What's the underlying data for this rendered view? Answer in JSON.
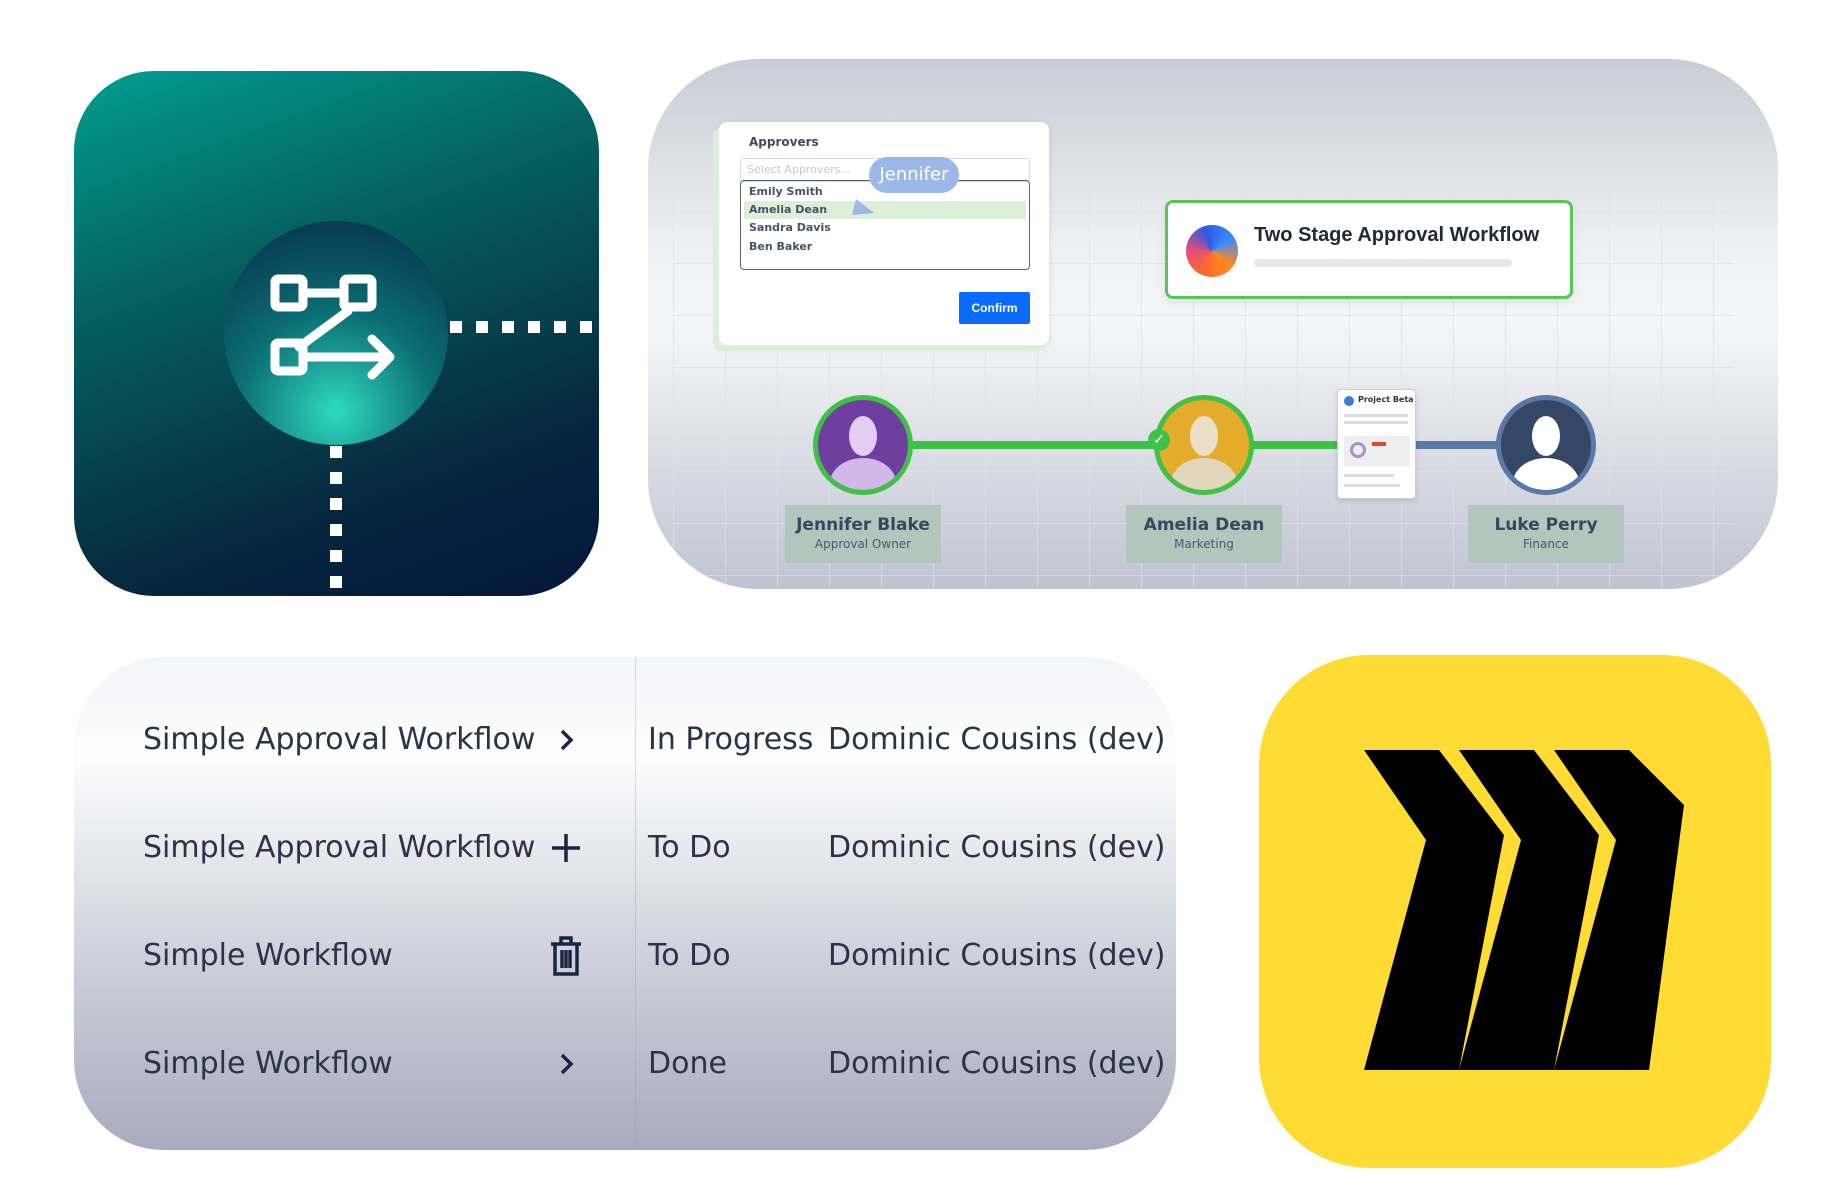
{
  "workflow_panel": {
    "approvers_label": "Approvers",
    "select_placeholder": "Select Approvers...",
    "options": [
      "Emily Smith",
      "Amelia Dean",
      "Sandra Davis",
      "Ben Baker"
    ],
    "cursor_label": "Jennifer",
    "confirm_label": "Confirm",
    "workflow_title": "Two Stage Approval Workflow",
    "document_title": "Project Beta",
    "people": [
      {
        "name": "Jennifer Blake",
        "role": "Approval Owner"
      },
      {
        "name": "Amelia Dean",
        "role": "Marketing"
      },
      {
        "name": "Luke Perry",
        "role": "Finance"
      }
    ]
  },
  "task_list": {
    "rows": [
      {
        "name": "Simple Approval Workflow",
        "icon": "chevron-right-icon",
        "status": "In Progress",
        "assignee": "Dominic Cousins (dev)"
      },
      {
        "name": "Simple Approval Workflow",
        "icon": "plus-icon",
        "status": "To Do",
        "assignee": "Dominic Cousins (dev)"
      },
      {
        "name": "Simple Workflow",
        "icon": "trash-icon",
        "status": "To Do",
        "assignee": "Dominic Cousins (dev)"
      },
      {
        "name": "Simple Workflow",
        "icon": "chevron-right-icon",
        "status": "Done",
        "assignee": "Dominic Cousins (dev)"
      }
    ]
  },
  "colors": {
    "teal": "#019e90",
    "navy": "#03153a",
    "green": "#3fc145",
    "blue": "#0a6cff",
    "miro_yellow": "#fedc33"
  }
}
